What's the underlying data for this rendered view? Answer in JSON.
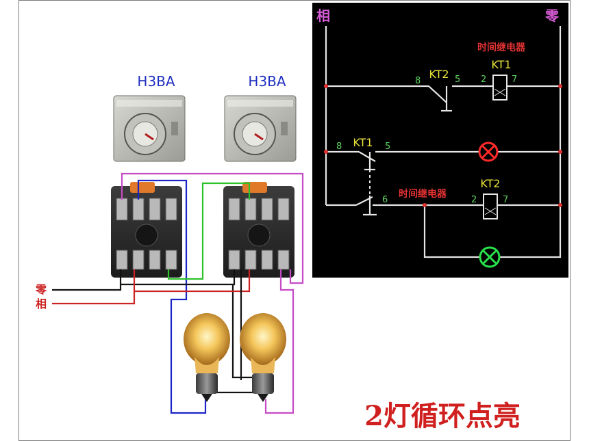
{
  "left": {
    "timer1_label": "H3BA",
    "timer2_label": "H3BA",
    "neutral_label": "零",
    "phase_label": "相",
    "caption": "2灯循环点亮"
  },
  "schematic": {
    "phase_label": "相",
    "neutral_label": "零",
    "relay_title": "时间继电器",
    "row1": {
      "contact": "KT2",
      "pin_a": "8",
      "pin_b": "5",
      "coil": "KT1",
      "coil_a": "2",
      "coil_b": "7"
    },
    "row2": {
      "contact": "KT1",
      "pin_a": "8",
      "pin_b": "5"
    },
    "row3": {
      "pin": "6",
      "relay_title": "时间继电器",
      "coil": "KT2",
      "coil_a": "2",
      "coil_b": "7"
    }
  },
  "colors": {
    "schematic_bg": "#000000",
    "rail": "#e6e6e6",
    "label_yellow": "#e8e23a",
    "pin_green": "#5fd35f",
    "title_red": "#e23232",
    "phase_magenta": "#d65ad6",
    "lamp_red": "#ff2a2a",
    "lamp_green": "#27e04a",
    "wire_black": "#111111",
    "wire_red": "#cc2222",
    "wire_blue": "#1b24c7",
    "wire_green": "#2dc22d",
    "wire_magenta": "#c64ac6",
    "timer_label_blue": "#2030c0"
  }
}
